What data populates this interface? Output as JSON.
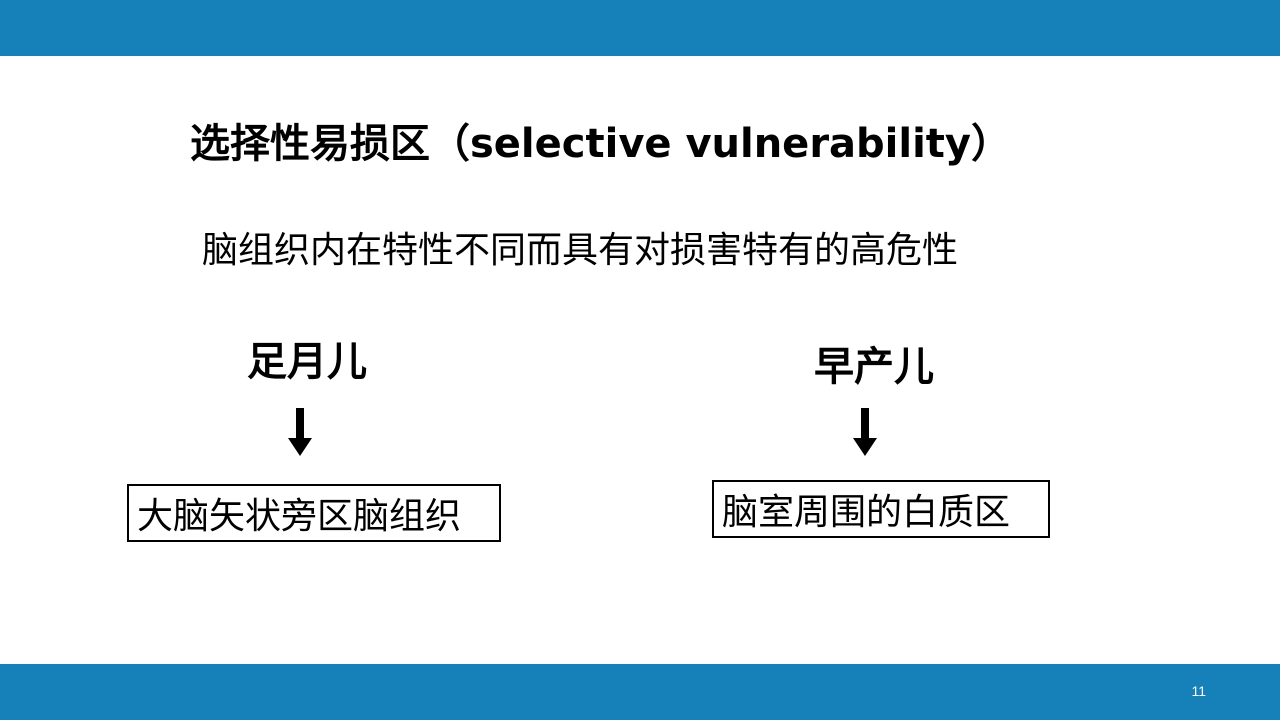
{
  "slide": {
    "title": "选择性易损区（selective vulnerability）",
    "subtitle": "脑组织内在特性不同而具有对损害特有的高危性",
    "page_number": "11",
    "accent_color": "#1680B8"
  },
  "left_column": {
    "label": "足月儿",
    "arrow_icon": "down-arrow-icon",
    "box_text": "大脑矢状旁区脑组织"
  },
  "right_column": {
    "label": "早产儿",
    "arrow_icon": "down-arrow-icon",
    "box_text": "脑室周围的白质区"
  }
}
